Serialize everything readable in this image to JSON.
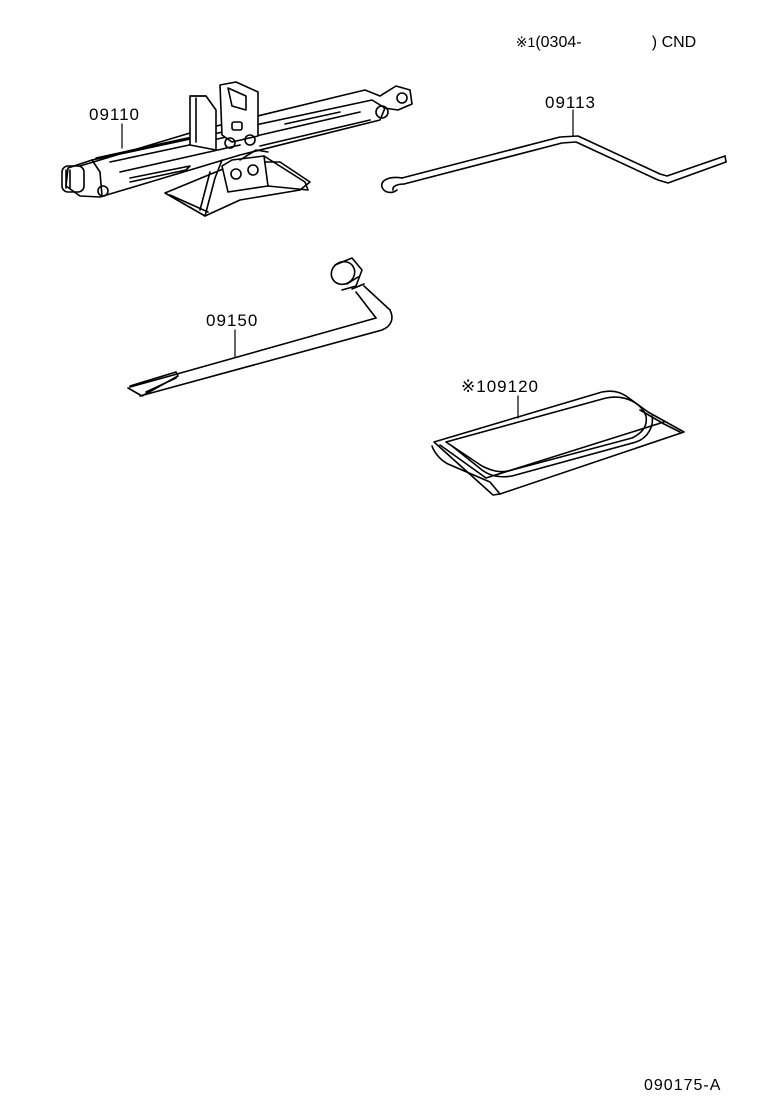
{
  "header": {
    "applicability_note": {
      "mark": "※1",
      "range_open": "(0304-",
      "range_close": ")",
      "market": "CND"
    }
  },
  "parts": [
    {
      "id": "scissor-jack",
      "part_number": "09110",
      "note_mark": "",
      "description": "scissor jack"
    },
    {
      "id": "jack-handle",
      "part_number": "09113",
      "note_mark": "",
      "description": "jack handle rod with hook"
    },
    {
      "id": "wheel-nut-wrench",
      "part_number": "09150",
      "note_mark": "",
      "description": "lug wrench with socket"
    },
    {
      "id": "tool-bag",
      "part_number": "09120",
      "note_mark": "※1",
      "description": "tool bag / pouch"
    }
  ],
  "labels": {
    "jack": "09110",
    "handle": "09113",
    "wrench": "09150",
    "bag": "※109120"
  },
  "footer": {
    "illustration_code": "090175-A"
  },
  "colors": {
    "background": "#ffffff",
    "line": "#000000"
  }
}
